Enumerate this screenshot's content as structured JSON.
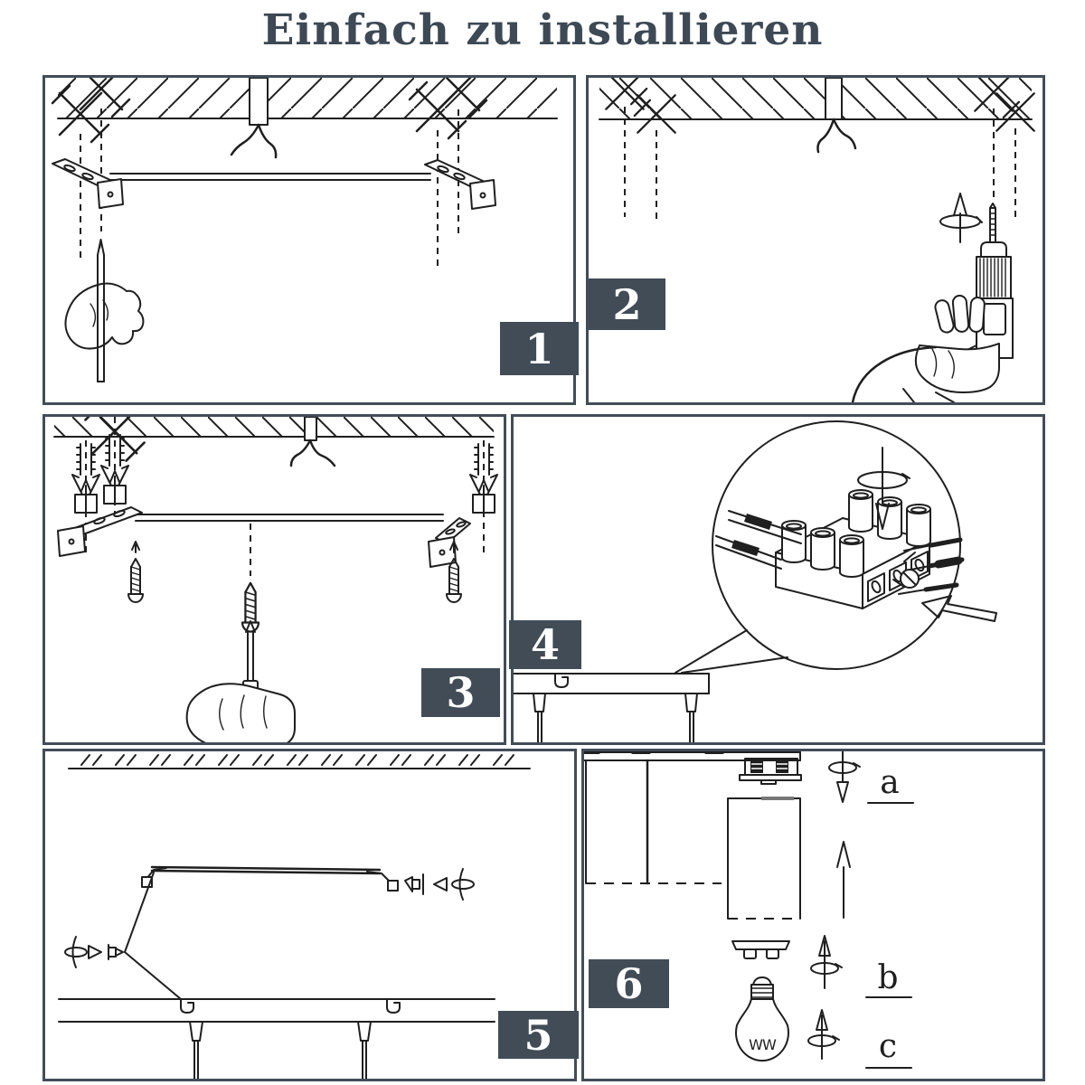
{
  "title": "Einfach zu installieren",
  "colors": {
    "accent": "#414c57",
    "title_color": "#3d4955",
    "line": "#1f1f1f",
    "panel_border": "#424d58",
    "background": "#ffffff",
    "badge_text": "#ffffff"
  },
  "panels": [
    {
      "number": "1",
      "name": "mark-drilling-points",
      "icon": "pencil-icon"
    },
    {
      "number": "2",
      "name": "drill-holes",
      "icon": "drill-icon"
    },
    {
      "number": "3",
      "name": "insert-anchors-and-screw-bracket",
      "icon": "screwdriver-icon"
    },
    {
      "number": "4",
      "name": "connect-wires-to-terminal",
      "icon": "terminal-block-icon"
    },
    {
      "number": "5",
      "name": "mount-canopy-on-bracket",
      "icon": "mounting-bar-icon"
    },
    {
      "number": "6",
      "name": "attach-shade-and-bulb",
      "icon": "light-bulb-icon",
      "labels": {
        "a": "a",
        "b": "b",
        "c": "c"
      },
      "bulb_marking": "WW"
    }
  ]
}
